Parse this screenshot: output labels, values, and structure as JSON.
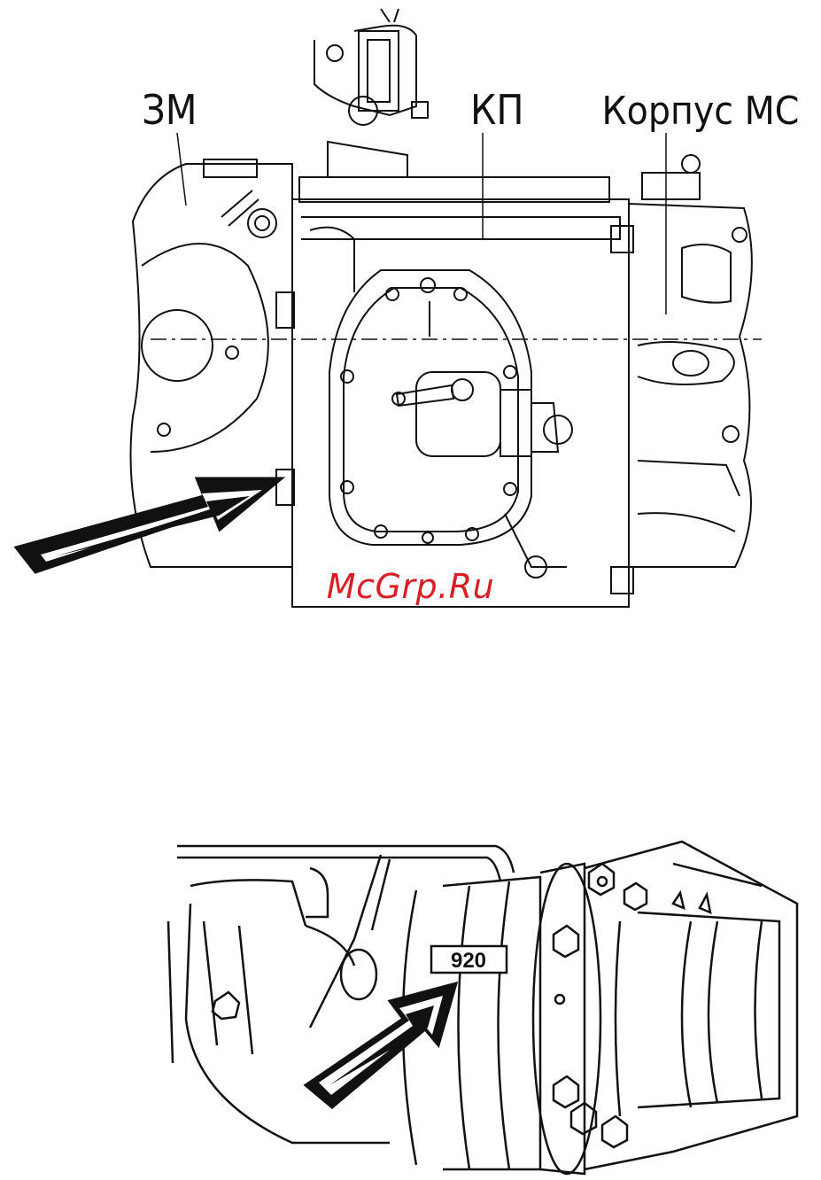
{
  "labels": {
    "final_drive": "ЗМ",
    "gearbox": "КП",
    "clutch_housing": "Корпус МС"
  },
  "watermark": "McGrp.Ru",
  "serial_tag": "920",
  "colors": {
    "line": "#111111",
    "watermark": "#d81f26",
    "background": "#ffffff"
  }
}
